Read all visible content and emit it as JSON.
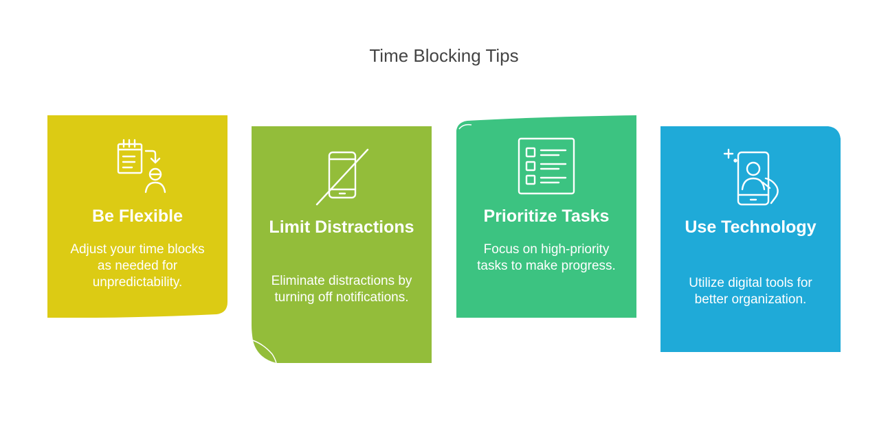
{
  "title": "Time Blocking Tips",
  "colors": {
    "card_1": "#DCCB14",
    "card_2": "#93BD3A",
    "card_3": "#3CC381",
    "card_4": "#1FAAD8",
    "text": "#FFFFFF",
    "title_text": "#444444"
  },
  "cards": [
    {
      "icon": "calendar-person-icon",
      "heading": "Be Flexible",
      "description": "Adjust your time blocks as needed for unpredictability."
    },
    {
      "icon": "phone-off-icon",
      "heading": "Limit Distractions",
      "description": "Eliminate distractions by turning off notifications."
    },
    {
      "icon": "checklist-icon",
      "heading": "Prioritize Tasks",
      "description": "Focus on high-priority tasks to make progress."
    },
    {
      "icon": "smartphone-user-icon",
      "heading": "Use Technology",
      "description": "Utilize digital tools for better organization."
    }
  ]
}
